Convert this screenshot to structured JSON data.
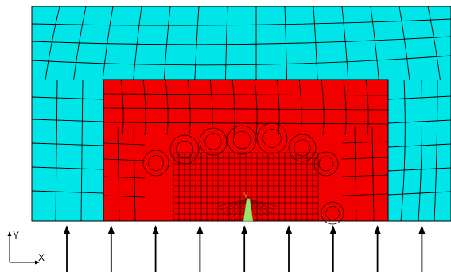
{
  "axes": {
    "y_label": "Y",
    "x_label": "X"
  },
  "crack_tip": {
    "label": "Y"
  },
  "load_arrows": {
    "count": 9,
    "direction": "up"
  },
  "colors": {
    "outer_mesh": "#00e5e8",
    "inclusion": "#f20000",
    "mesh_lines": "#000000",
    "crack_highlight": "#9be36b",
    "arrows": "#000000",
    "background": "#ffffff"
  }
}
